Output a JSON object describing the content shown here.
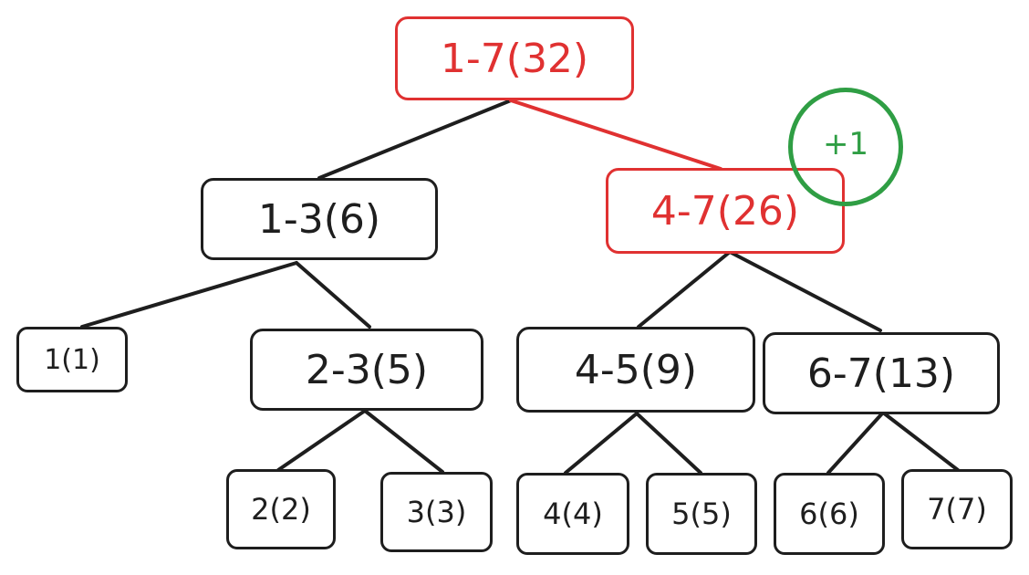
{
  "colors": {
    "line": "#1e1e1e",
    "highlight": "#e03131",
    "badge": "#2f9e44"
  },
  "tree": {
    "root": "1-7(32)",
    "n_1_3": "1-3(6)",
    "n_4_7": "4-7(26)",
    "n_1": "1(1)",
    "n_2_3": "2-3(5)",
    "n_4_5": "4-5(9)",
    "n_6_7": "6-7(13)",
    "n_2": "2(2)",
    "n_3": "3(3)",
    "n_4": "4(4)",
    "n_5": "5(5)",
    "n_6": "6(6)",
    "n_7": "7(7)"
  },
  "badge": {
    "label": "+1"
  }
}
